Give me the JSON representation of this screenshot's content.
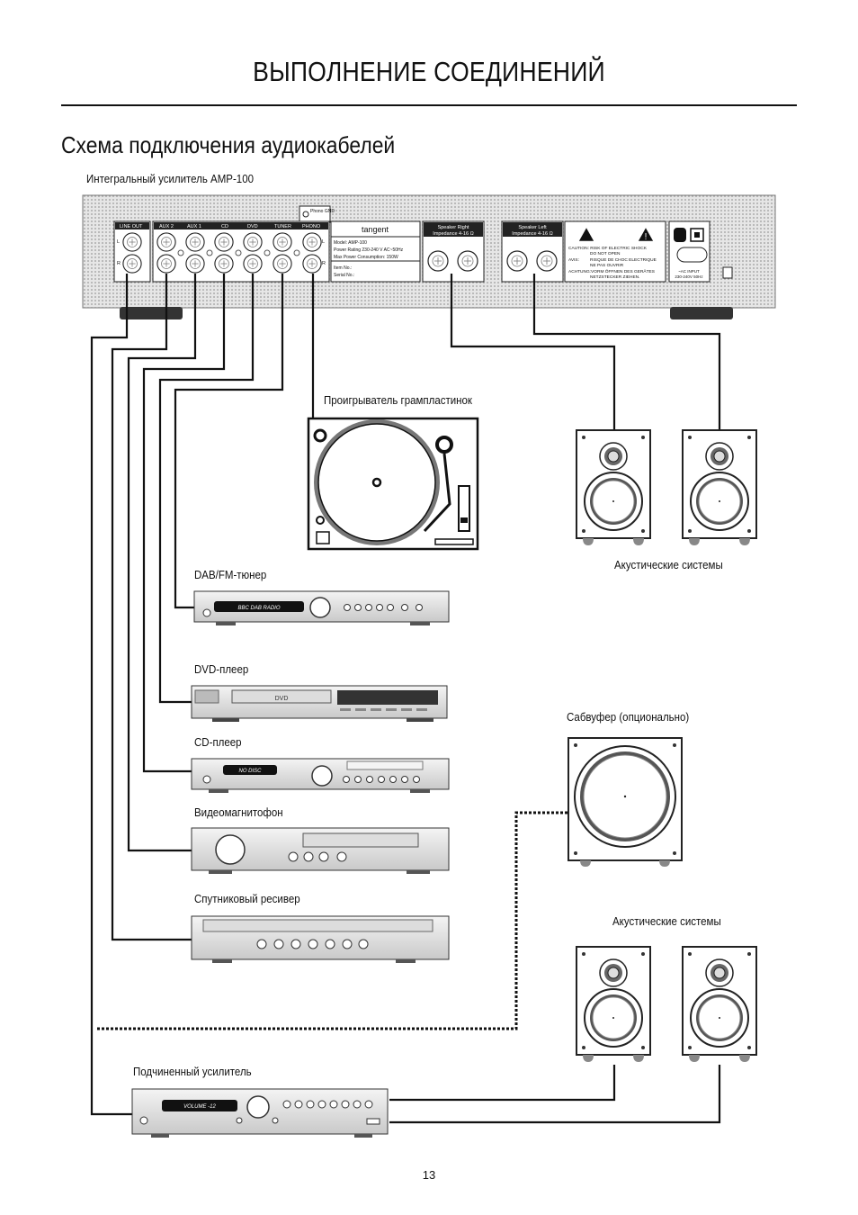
{
  "page": {
    "title": "ВЫПОЛНЕНИЕ СОЕДИНЕНИЙ",
    "section_title": "Схема подключения аудиокабелей",
    "page_number": "13"
  },
  "amplifier": {
    "label": "Интегральный усилитель AMP-100",
    "inputs_group": {
      "line_out": "LINE OUT",
      "aux2": "AUX 2",
      "aux1": "AUX 1",
      "cd": "CD",
      "dvd": "DVD",
      "tuner": "TUNER",
      "phono": "PHONO",
      "left": "L",
      "right": "R",
      "phono_gnd": "Phono GND"
    },
    "info_plate": {
      "brand": "tangent",
      "model": "Model: AMP-100",
      "power_rating": "Power Rating 230-240 V AC~50Hz",
      "max_power": "Max Power Consumption: 150W",
      "item_no": "Item No.:",
      "serial_no": "Serial No.:"
    },
    "speaker_right": {
      "line1": "Speaker Right",
      "line2": "Impedance 4-16 Ω"
    },
    "speaker_left": {
      "line1": "Speaker Left",
      "line2": "Impedance 4-16 Ω"
    },
    "warning": {
      "caution": "CAUTION: RISK OF ELECTRIC SHOCK",
      "do_not_open": "DO NOT OPEN",
      "avis": "AVIS:",
      "avis_text1": "RISQUE DE CHOC ELECTRIQUE",
      "avis_text2": "NE PAS OUVRIR",
      "achtung1": "ACHTUNG:VORM ÖFFNEN DES GERÄTES",
      "achtung2": "NETZSTECKER ZIEHEN."
    },
    "ac_input": {
      "line1": "~AC INPUT",
      "line2": "230-240V 50Hz"
    }
  },
  "devices": {
    "turntable": "Проигрыватель грампластинок",
    "speakers_front": "Акустические системы",
    "tuner": "DAB/FM-тюнер",
    "tuner_display": "BBC DAB RADIO",
    "dvd": "DVD-плеер",
    "dvd_display": "DVD",
    "subwoofer": "Сабвуфер (опционально)",
    "cd": "CD-плеер",
    "cd_display": "NO DISC",
    "vcr": "Видеомагнитофон",
    "satellite": "Спутниковый ресивер",
    "speakers_rear": "Акустические системы",
    "slave_amp": "Подчиненный усилитель",
    "slave_display": "VOLUME -12"
  }
}
